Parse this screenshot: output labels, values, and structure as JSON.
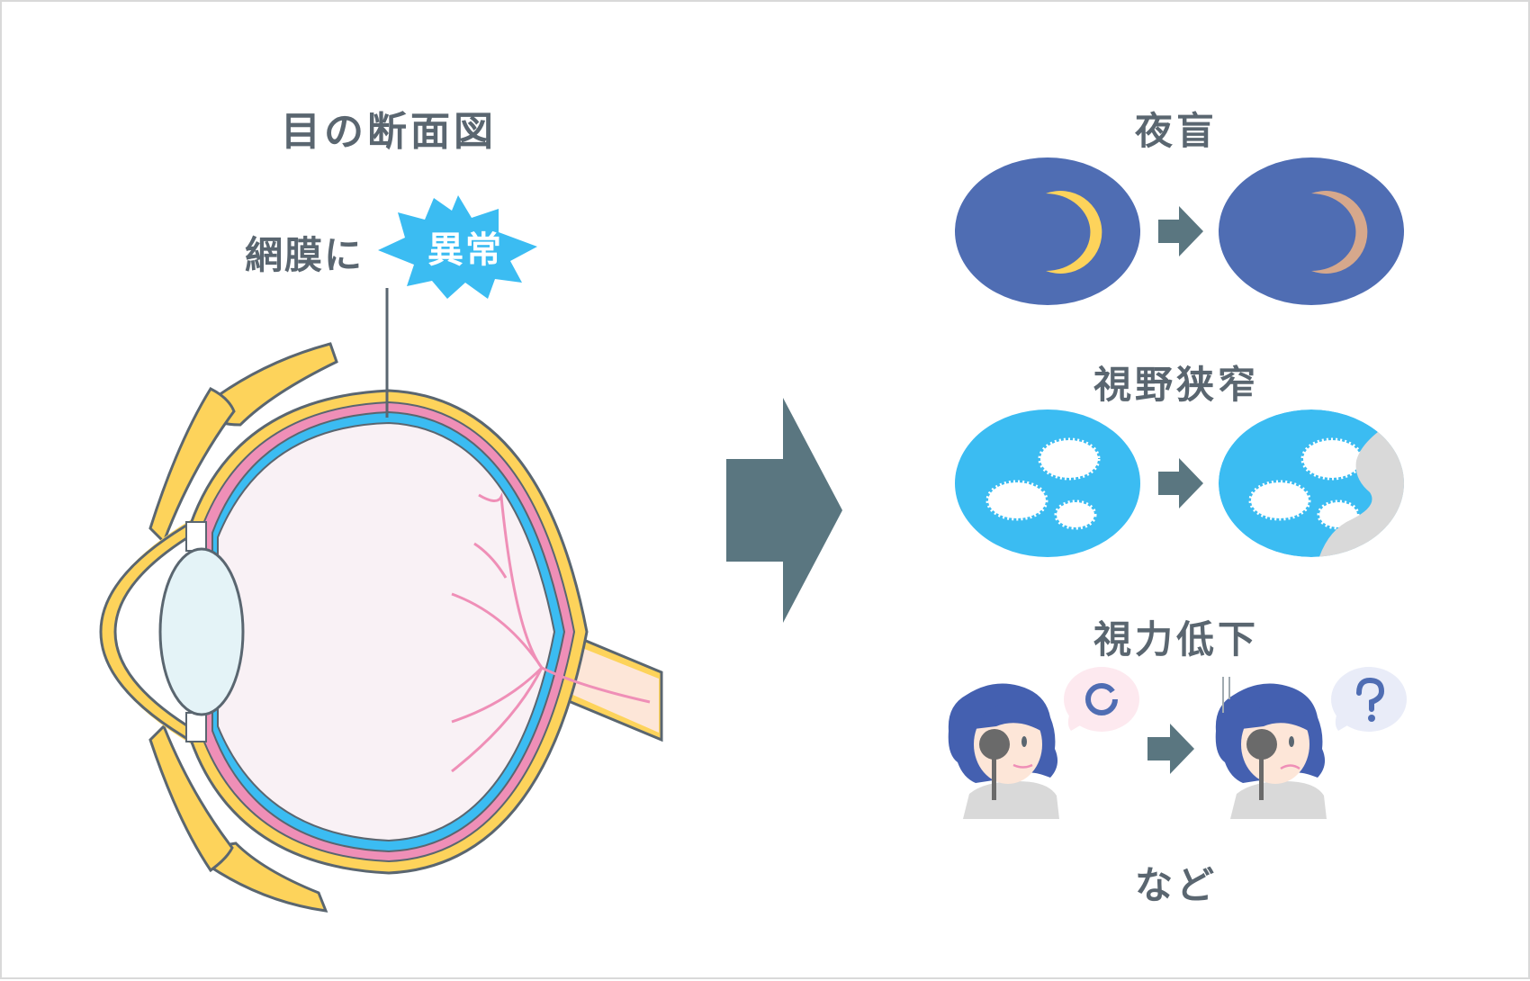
{
  "eye_section": {
    "title": "目の断面図",
    "retina_label": "網膜に",
    "abnormality_badge": "異常"
  },
  "symptoms": [
    {
      "label": "夜盲",
      "icon": "crescent-moon-icon"
    },
    {
      "label": "視野狭窄",
      "icon": "cloud-sky-icon"
    },
    {
      "label": "視力低下",
      "icon": "eye-test-person-icon"
    }
  ],
  "etc_label": "など",
  "colors": {
    "text": "#5a6670",
    "arrow": "#5a7680",
    "sclera": "#fdd35b",
    "choroid": "#ef8fb7",
    "retina": "#3bbcf2",
    "night_sky": "#4f6db3",
    "moon_bright": "#fdd35b",
    "moon_dim": "#d6a88c",
    "sky_blue": "#3bbcf2",
    "vision_loss_gray": "#d9d9d9",
    "hair": "#4460b0"
  }
}
